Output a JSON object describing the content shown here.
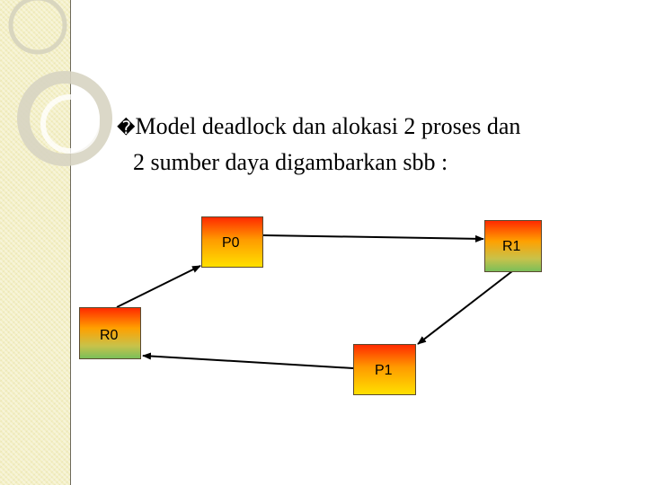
{
  "slide": {
    "bullet_glyph": "�",
    "line1": "Model deadlock dan alokasi 2 proses dan",
    "line2": "2 sumber daya digambarkan sbb :"
  },
  "diagram": {
    "processes": [
      "P0",
      "P1"
    ],
    "resources": [
      "R0",
      "R1"
    ],
    "edges": [
      {
        "from": "P0",
        "to": "R1"
      },
      {
        "from": "R1",
        "to": "P1"
      },
      {
        "from": "P1",
        "to": "R0"
      },
      {
        "from": "R0",
        "to": "P0"
      }
    ]
  }
}
